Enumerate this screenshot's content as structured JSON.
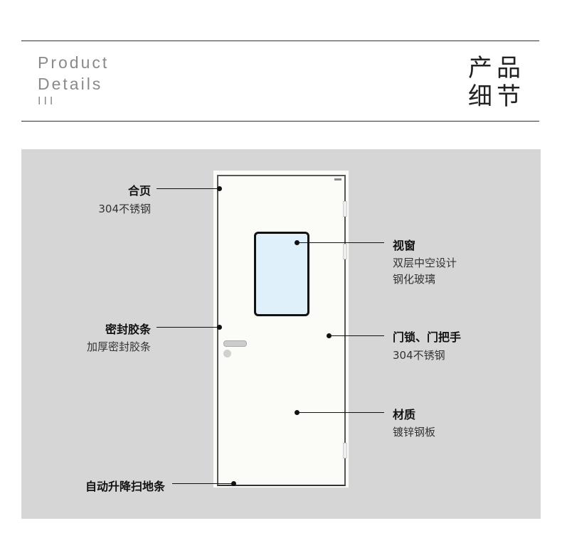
{
  "header": {
    "en_line1": "Product",
    "en_line2": "Details",
    "en_mark": "III",
    "cn_line1": "产品",
    "cn_line2": "细节"
  },
  "callouts": {
    "hinge": {
      "title": "合页",
      "sub": "304不锈钢"
    },
    "window": {
      "title": "视窗",
      "sub1": "双层中空设计",
      "sub2": "钢化玻璃"
    },
    "seal": {
      "title": "密封胶条",
      "sub": "加厚密封胶条"
    },
    "lock": {
      "title": "门锁、门把手",
      "sub": "304不锈钢"
    },
    "material": {
      "title": "材质",
      "sub": "镀锌钢板"
    },
    "sweep": {
      "title": "自动升降扫地条"
    }
  },
  "colors": {
    "panel": "#d6d6d6",
    "door": "#fbfcf8",
    "glass": "#dff0fb"
  }
}
